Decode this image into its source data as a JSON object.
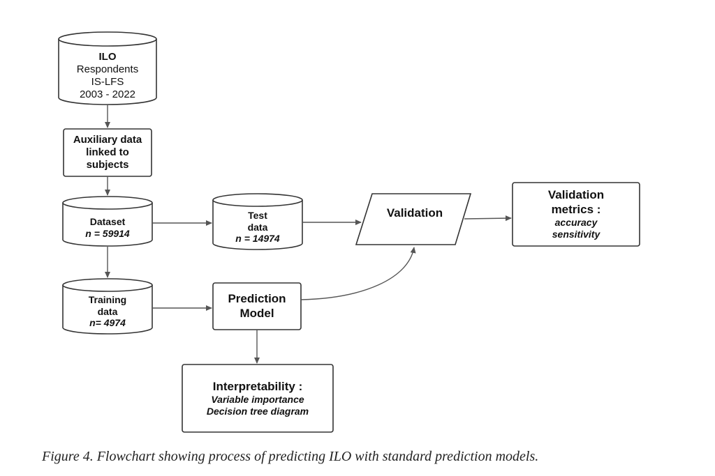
{
  "nodes": {
    "ilo": {
      "line1": "ILO",
      "line2": "Respondents",
      "line3": "IS-LFS",
      "line4": "2003 - 2022"
    },
    "aux": {
      "line1": "Auxiliary data",
      "line2": "linked to",
      "line3": "subjects"
    },
    "dataset": {
      "line1": "Dataset",
      "line2": "n = 59914"
    },
    "test": {
      "line1": "Test",
      "line2": "data",
      "line3": "n = 14974"
    },
    "validation": {
      "label": "Validation"
    },
    "metrics": {
      "line1": "Validation",
      "line2": "metrics :",
      "line3": "accuracy",
      "line4": "sensitivity"
    },
    "training": {
      "line1": "Training",
      "line2": "data",
      "line3": "n= 4974"
    },
    "prediction": {
      "line1": "Prediction",
      "line2": "Model"
    },
    "interpret": {
      "line1": "Interpretability :",
      "line2": "Variable importance",
      "line3": "Decision tree diagram"
    }
  },
  "caption": "Figure 4. Flowchart showing process of predicting ILO with standard prediction models."
}
